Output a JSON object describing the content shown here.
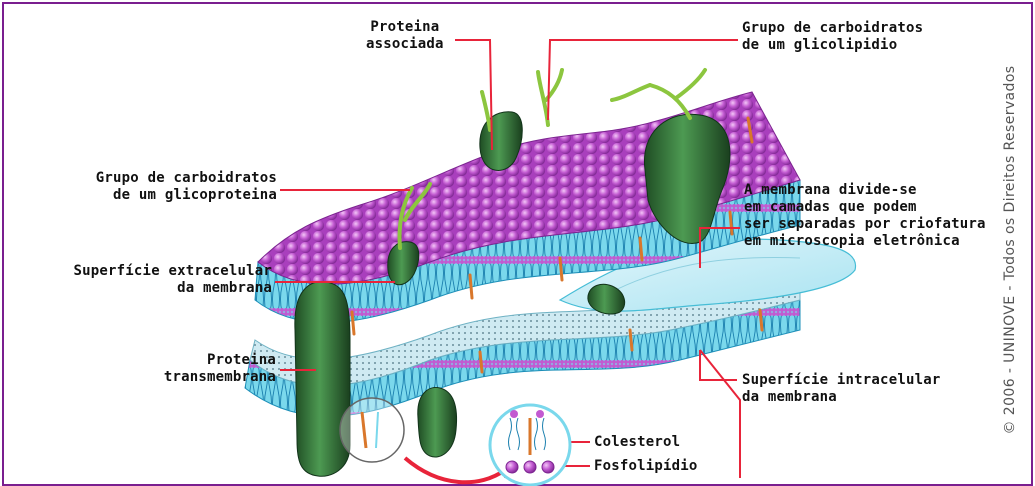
{
  "labels": {
    "proteina_associada": [
      "Proteina",
      "associada"
    ],
    "carboidratos_glicolipidio": [
      "Grupo de carboidratos",
      "de um glicolipidio"
    ],
    "carboidratos_glicoproteina": [
      "Grupo de carboidratos",
      "de um glicoproteina"
    ],
    "superficie_extracelular": [
      "Superfície extracelular",
      "da membrana"
    ],
    "proteina_transmembrana": [
      "Proteina",
      "transmembrana"
    ],
    "membrana_divide": [
      "A membrana divide-se",
      "em camadas que podem",
      "ser separadas por criofatura",
      "em microscopia eletrônica"
    ],
    "superficie_intracelular": [
      "Superfície intracelular",
      "da membrana"
    ],
    "colesterol": "Colesterol",
    "fosfolipidio": "Fosfolipídio"
  },
  "copyright": "© 2006 - UNINOVE - Todos os Direitos Reservados",
  "colors": {
    "frame": "#7a1e8f",
    "leader_line": "#e8243a",
    "phospholipid_head": "#c25ad1",
    "membrane_side": "#3fc7e3",
    "protein": "#2e6b34",
    "carbohydrate": "#8cc63f",
    "cholesterol": "#d9772b",
    "arrow": "#e8243a"
  }
}
